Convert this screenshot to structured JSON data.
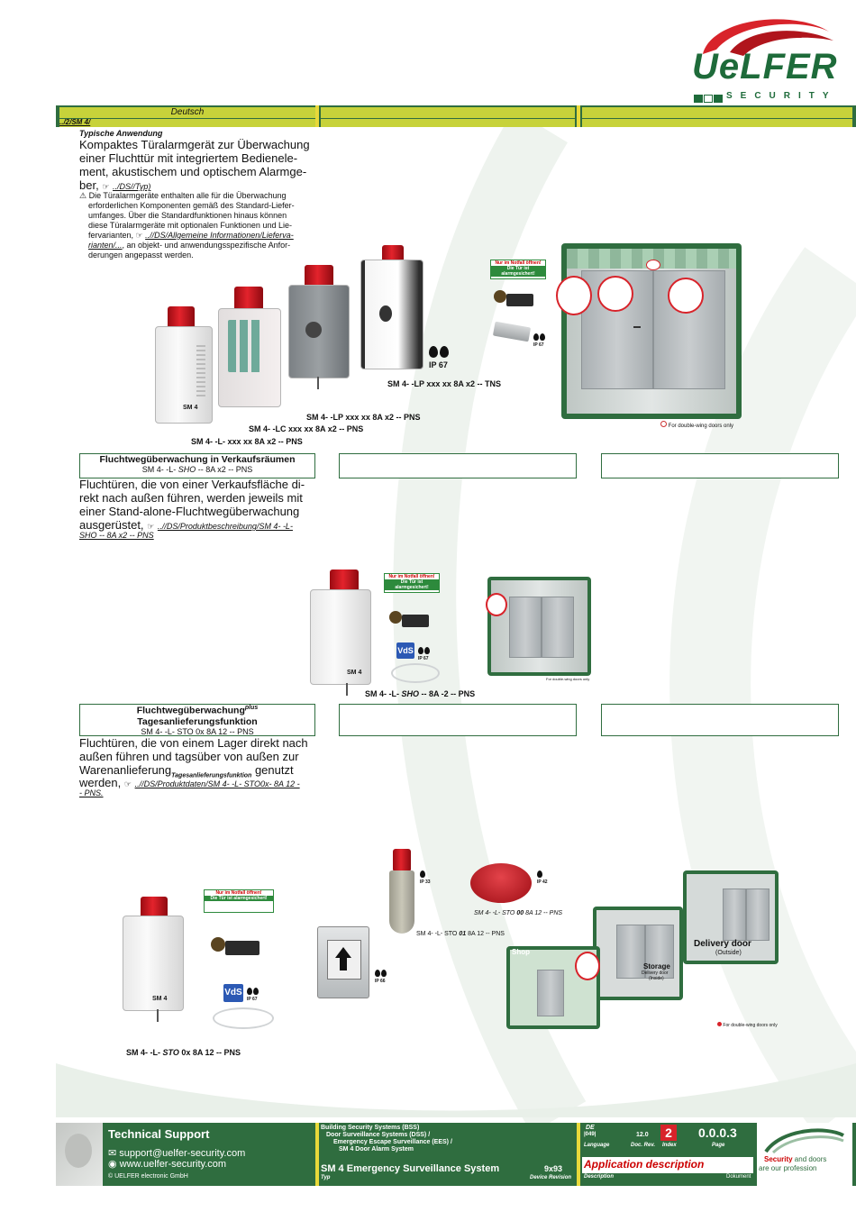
{
  "brand": {
    "logo": "UeLFER",
    "sub": "SECURITY"
  },
  "header": {
    "language": "Deutsch",
    "path": "../2/SM 4/"
  },
  "intro": {
    "heading": "Typische Anwendung",
    "lead_l1": "Kompaktes Türalarmgerät zur Überwachung",
    "lead_l2": "einer Fluchttür mit integriertem Bedienele-",
    "lead_l3": "ment, akustischem und optischem Alarmge-",
    "lead_l4": "ber,",
    "lead_link": "../DS//Typ)",
    "note_l1": "Die Türalarmgeräte enthalten alle für die Überwachung",
    "note_l2": "erforderlichen Komponenten gemäß des Standard-Liefer-",
    "note_l3": "umfanges. Über die Standardfunktionen hinaus können",
    "note_l4": "diese Türalarmgeräte mit optionalen Funktionen und Lie-",
    "note_l5": "fervarianten,",
    "note_link1": "..//DS/Allgemeine Informationen/Lieferva-",
    "note_link2": "rianten/...",
    "note_l6": ", an objekt- und anwendungsspezifische Anfor-",
    "note_l7": "derungen angepasst werden."
  },
  "devices_top": {
    "ip": "IP 67",
    "cap1": "SM 4- -LP xxx xx 8A x2 -- TNS",
    "cap2": "SM 4- -LP xxx xx 8A x2 -- PNS",
    "cap3": "SM 4- -LC xxx xx 8A x2 -- PNS",
    "cap4": "SM 4- -L- xxx xx 8A x2 -- PNS",
    "label_sm4": "SM 4",
    "double_note": "For double-wing doors only",
    "sign_top": "Nur im Notfall öffnen!",
    "sign_bottom": "Die Tür ist alarmgesichert!",
    "ip_small": "IP 67"
  },
  "section1": {
    "title": "Fluchtwegüberwachung in Verkaufsräumen",
    "code_a": "SM 4- -L- ",
    "code_b": "SHO",
    "code_c": " -- 8A x2 -- PNS",
    "t1": "Fluchtüren, die von einer Verkaufsfläche di-",
    "t2": "rekt nach außen führen, werden jeweils mit",
    "t3": "einer Stand-alone-Fluchtwegüberwachung",
    "t4": "ausgerüstet,",
    "link1": "..//DS/Produktbeschreibung/SM 4- -L-",
    "link2": "SHO -- 8A x2 -- PNS",
    "caption_a": "SM 4- -L- ",
    "caption_b": "SHO",
    "caption_c": " -- 8A -2 -- PNS",
    "vds": "VdS",
    "ip": "IP 67",
    "double_note": "For double-wing doors only"
  },
  "section2": {
    "title_a": "Fluchtwegüberwachung",
    "title_sup": "plus",
    "title_b": "Tagesanlieferungsfunktion",
    "code": "SM 4- -L- STO 0x 8A 12 -- PNS",
    "t1": "Fluchtüren, die von einem Lager direkt nach",
    "t2": "außen führen und tagsüber von außen zur",
    "t3a": "Warenanlieferung",
    "t3b": "Tagesanlieferungsfunktion",
    "t3c": " genutzt",
    "t4": "werden,",
    "link1": "..//DS/Produktdaten/SM 4- -L- STO0x- 8A 12 -",
    "link2": "- PNS.",
    "ip33": "IP 33",
    "ip42": "IP 42",
    "ip66": "IP 66",
    "ip67": "IP 67",
    "vds": "VdS",
    "sto00_a": "SM 4- -L- STO ",
    "sto00_b": "00",
    "sto00_c": " 8A 12 -- PNS",
    "sto01_a": "SM 4- -L- STO ",
    "sto01_b": "01",
    "sto01_c": " 8A 12 -- PNS",
    "caption_a": "SM 4- -L- ",
    "caption_b": "STO",
    "caption_c": " 0x 8A 12 -- PNS",
    "shop": "Shop",
    "storage": "Storage",
    "storage_sub1": "Delivery door",
    "storage_sub2": "(Inside)",
    "delivery": "Delivery door",
    "delivery_sub": "(Outside)",
    "double_note": "For double-wing doors only"
  },
  "footer": {
    "support_title": "Technical Support",
    "email": "support@uelfer-security.com",
    "web": "www.uelfer-security.com",
    "copyright": "© UELFER electronic GmbH",
    "tree1": "Building Security Systems (BSS)",
    "tree2": "Door Surveillance Systems (DSS) /",
    "tree3": "Emergency Escape Surveillance (EES) /",
    "tree4": "SM 4 Door Alarm System",
    "product": "SM 4 Emergency Surveillance System",
    "typ": "Typ",
    "device_no": "9x93",
    "device_rev": "Device Revision",
    "lang_code": "DE",
    "lang_num": "|049|",
    "doc_rev": "12.0",
    "index": "2",
    "page": "0.0.0.3",
    "lang_lbl": "Language",
    "docrev_lbl": "Doc. Rev.",
    "index_lbl": "Index",
    "page_lbl": "Page",
    "desc": "Application description",
    "desc_lbl": "Description",
    "dok_lbl": "Dokument",
    "slogan1": "Security",
    "slogan2": " and doors",
    "slogan3": "are our profession"
  },
  "colors": {
    "green": "#2f6d3f",
    "lime": "#c7d23a",
    "red": "#d8232a"
  }
}
